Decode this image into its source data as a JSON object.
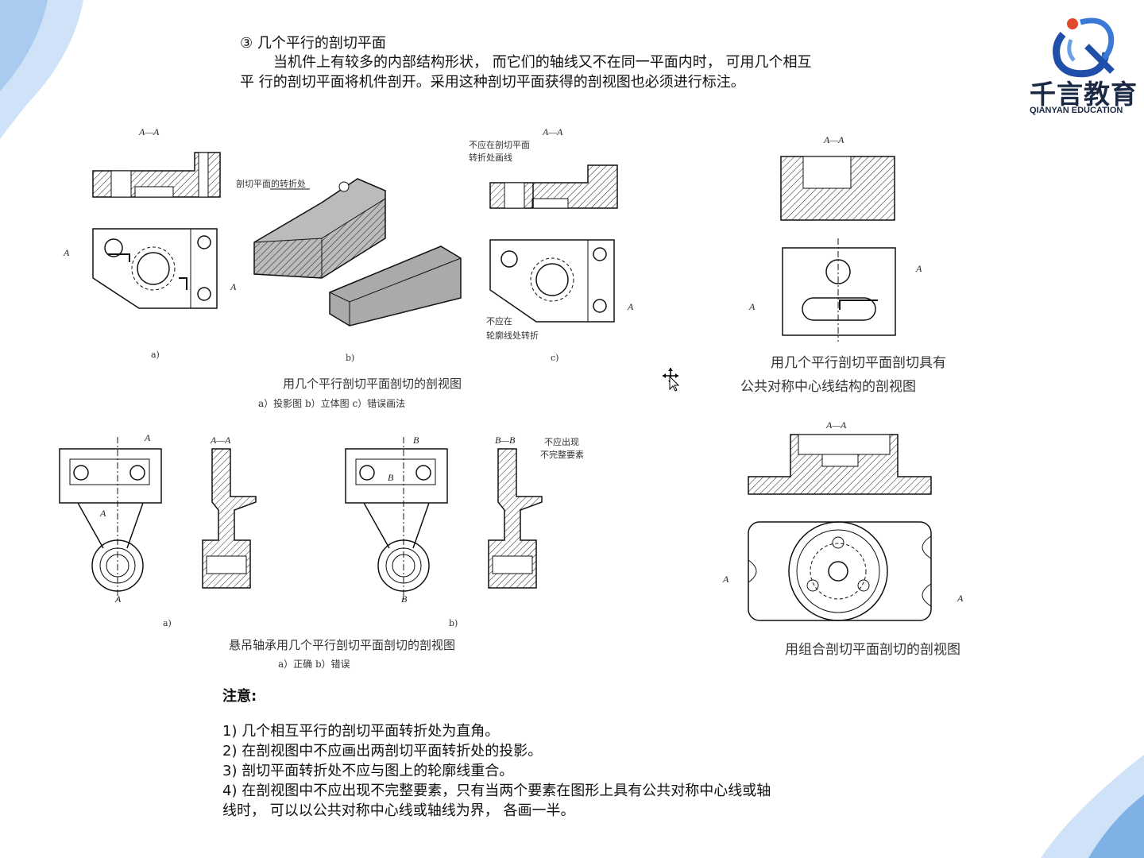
{
  "header": {
    "title": "③ 几个平行的剖切平面",
    "intro_line1": "当机件上有较多的内部结构形状， 而它们的轴线又不在同一平面内时， 可用几个相互",
    "intro_line2": "平 行的剖切平面将机件剖开。采用这种剖切平面获得的剖视图也必须进行标注。"
  },
  "logo": {
    "name_cn": "千言教育",
    "name_en": "QIANYAN EDUCATION",
    "colors": {
      "blue": "#1f4fa8",
      "red": "#e04a2a",
      "dark": "#1b2a44"
    }
  },
  "figure1": {
    "caption": "用几个平行剖切平面剖切的剖视图",
    "sub_caption": "a）投影图   b）立体图   c）错误画法",
    "label_aa": "A—A",
    "label_a": "A",
    "label_fold": "剖切平面的转折处",
    "label_wrong1a": "不应在剖切平面",
    "label_wrong1b": "转折处画线",
    "label_wrong2a": "不应在",
    "label_wrong2b": "轮廓线处转折",
    "panel_a": "a)",
    "panel_b": "b)",
    "panel_c": "c)"
  },
  "figure2": {
    "caption_line1": "用几个平行剖切平面剖切具有",
    "caption_line2": "公共对称中心线结构的剖视图",
    "label_aa": "A—A",
    "label_a": "A"
  },
  "figure3": {
    "caption": "悬吊轴承用几个平行剖切平面剖切的剖视图",
    "sub_caption": "a）正确   b）错误",
    "label_aa": "A—A",
    "label_bb": "B—B",
    "label_a": "A",
    "label_b": "B",
    "label_wrong_a": "不应出现",
    "label_wrong_b": "不完整要素",
    "panel_a": "a)",
    "panel_b": "b)"
  },
  "figure4": {
    "caption": "用组合剖切平面剖切的剖视图",
    "label_aa": "A—A",
    "label_a": "A"
  },
  "notes": {
    "title": "注意:",
    "items": [
      "1)    几个相互平行的剖切平面转折处为直角。",
      "2)    在剖视图中不应画出两剖切平面转折处的投影。",
      "3)    剖切平面转折处不应与图上的轮廓线重合。",
      "4)    在剖视图中不应出现不完整要素，只有当两个要素在图形上具有公共对称中心线或轴"
    ],
    "item4_cont": "线时， 可以以公共对称中心线或轴线为界， 各画一半。"
  },
  "colors": {
    "accent_light": "#a9cbef",
    "accent_mid": "#7fb0e6",
    "hatch": "#222222"
  }
}
